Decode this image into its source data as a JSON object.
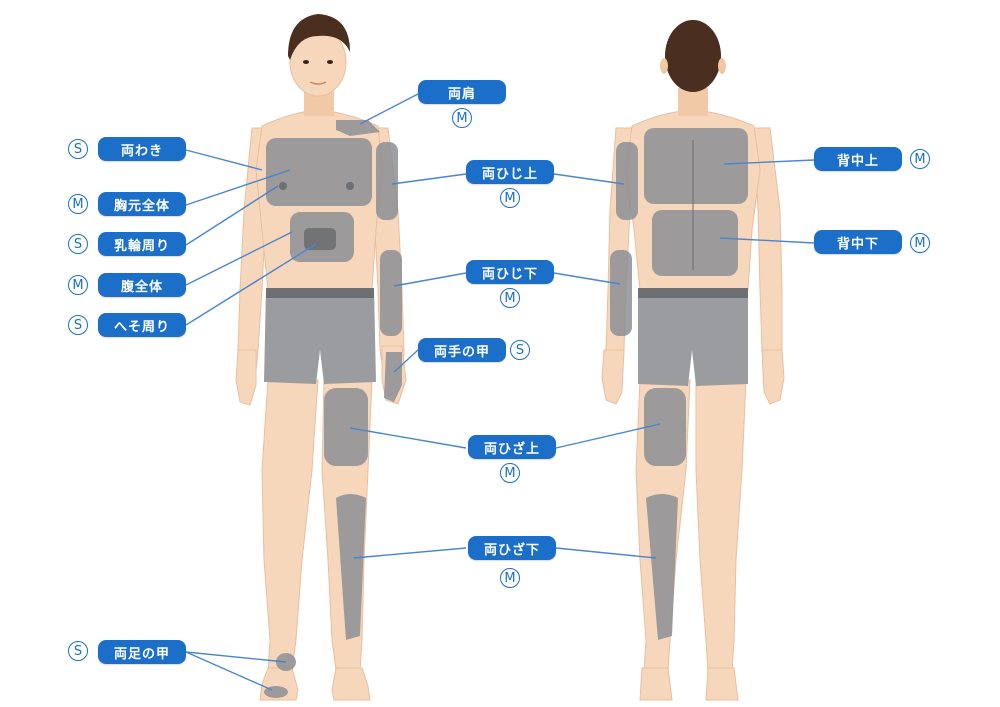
{
  "colors": {
    "accent": "#1b6fc9",
    "skin": "#f7d7bb",
    "region": "#8c8f94",
    "hair": "#4a2e1f",
    "shorts": "#9a9ca0"
  },
  "figures": [
    "front-body",
    "back-body"
  ],
  "labels": {
    "ryokata": {
      "text": "両肩",
      "size": "M"
    },
    "ryowaki": {
      "text": "両わき",
      "size": "S"
    },
    "munamoto": {
      "text": "胸元全体",
      "size": "M"
    },
    "nyurin": {
      "text": "乳輪周り",
      "size": "S"
    },
    "fuku": {
      "text": "腹全体",
      "size": "M"
    },
    "heso": {
      "text": "へそ周り",
      "size": "S"
    },
    "hiji_ue": {
      "text": "両ひじ上",
      "size": "M"
    },
    "hiji_shita": {
      "text": "両ひじ下",
      "size": "M"
    },
    "te_no_ko": {
      "text": "両手の甲",
      "size": "S"
    },
    "hiza_ue": {
      "text": "両ひざ上",
      "size": "M"
    },
    "hiza_shita": {
      "text": "両ひざ下",
      "size": "M"
    },
    "ashi_no_ko": {
      "text": "両足の甲",
      "size": "S"
    },
    "senaka_ue": {
      "text": "背中上",
      "size": "M"
    },
    "senaka_shita": {
      "text": "背中下",
      "size": "M"
    }
  }
}
